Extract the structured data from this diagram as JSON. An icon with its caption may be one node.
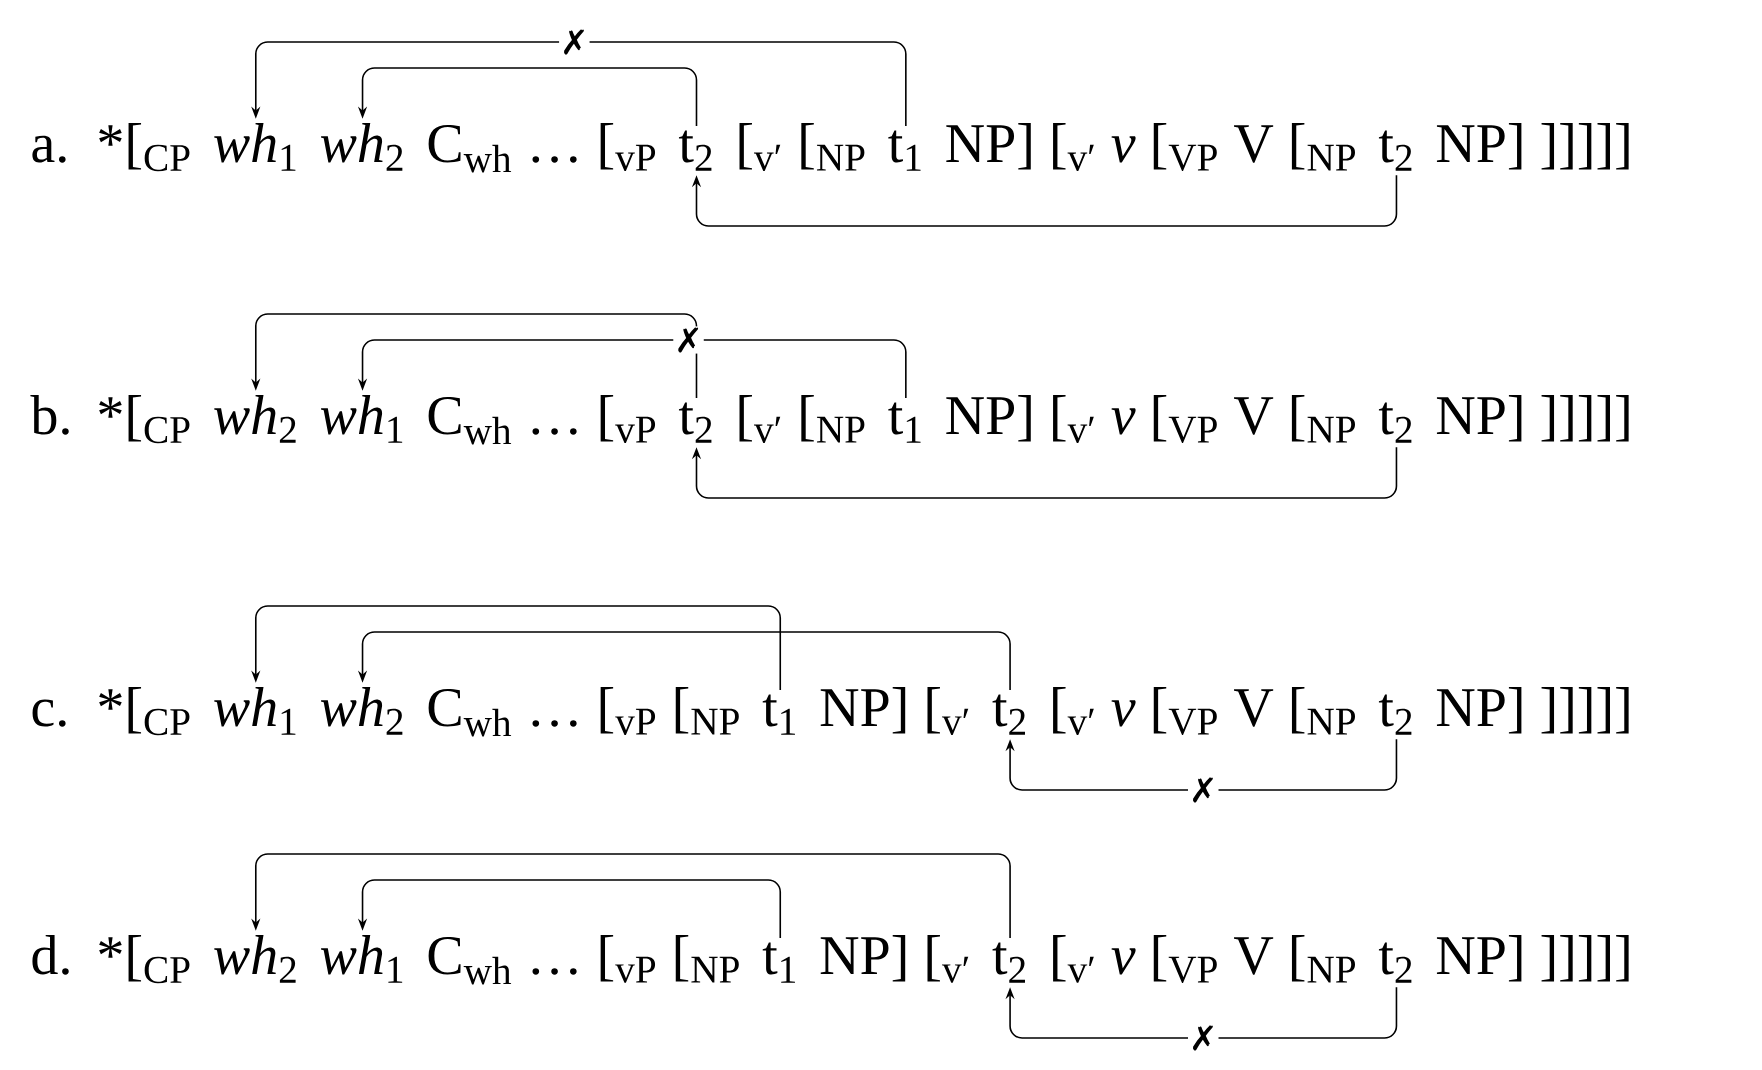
{
  "diagram": {
    "nodes": [
      {
        "text": [
          "*wh*$_{1}$"
        ]
      },
      {
        "text": [
          "*wh*$_{2}$"
        ]
      },
      {
        "text": [
          "t$_{2}$"
        ]
      },
      {
        "text": [
          "t$_{1}$"
        ]
      },
      {
        "text": [
          "t$_{2}$"
        ]
      },
      {
        "text": [
          "*wh*$_{2}$"
        ]
      },
      {
        "text": [
          "*wh*$_{1}$"
        ]
      },
      {
        "text": [
          "t$_{2}$"
        ]
      },
      {
        "text": [
          "t$_{1}$"
        ]
      },
      {
        "text": [
          "t$_{2}$"
        ]
      },
      {
        "text": [
          "*wh*$_{1}$"
        ]
      },
      {
        "text": [
          "*wh*$_{2}$"
        ]
      },
      {
        "text": [
          "t$_{1}$"
        ]
      },
      {
        "text": [
          "t$_{2}$"
        ]
      },
      {
        "text": [
          "t$_{2}$"
        ]
      },
      {
        "text": [
          "*wh*$_{2}$"
        ]
      },
      {
        "text": [
          "*wh*$_{1}$"
        ]
      },
      {
        "text": [
          "t$_{1}$"
        ]
      },
      {
        "text": [
          "t$_{2}$"
        ]
      },
      {
        "text": [
          "t$_{2}$"
        ]
      }
    ],
    "edges": [
      {
        "from": 3,
        "to": 0,
        "arrow": "to",
        "label": "✗"
      },
      {
        "from": 2,
        "to": 1,
        "arrow": "to"
      },
      {
        "from": 4,
        "to": 2,
        "arrow": "to"
      },
      {
        "from": 7,
        "to": 5,
        "arrow": "to"
      },
      {
        "from": 8,
        "to": 6,
        "arrow": "to",
        "label": "✗"
      },
      {
        "from": 9,
        "to": 7,
        "arrow": "to"
      },
      {
        "from": 12,
        "to": 10,
        "arrow": "to"
      },
      {
        "from": 13,
        "to": 11,
        "arrow": "to"
      },
      {
        "from": 14,
        "to": 13,
        "arrow": "to",
        "label": "✗"
      },
      {
        "from": 18,
        "to": 15,
        "arrow": "to"
      },
      {
        "from": 17,
        "to": 16,
        "arrow": "to"
      },
      {
        "from": 19,
        "to": 18,
        "arrow": "to",
        "label": "✗"
      }
    ],
    "labels": [
      "a.",
      "*[$_{CP}$",
      "C$_{wh}$ … [$_{vP}$",
      "[$_{v′}$ [$_{NP}$",
      "NP] [$_{v′}$ *v* [$_{VP}$ V [$_{NP}$",
      "NP] ]]]]]",
      "b.",
      "*[$_{CP}$",
      "C$_{wh}$ … [$_{vP}$",
      "[$_{v′}$ [$_{NP}$",
      "NP] [$_{v′}$ *v* [$_{VP}$ V [$_{NP}$",
      "NP] ]]]]]",
      "c.",
      "*[$_{CP}$",
      "C$_{wh}$ … [$_{vP}$ [$_{NP}$",
      "NP] [$_{v′}$",
      "[$_{v′}$ *v* [$_{VP}$ V [$_{NP}$",
      "NP] ]]]]]",
      "d.",
      "*[$_{CP}$",
      "C$_{wh}$ … [$_{vP}$ [$_{NP}$",
      "NP] [$_{v′}$",
      "[$_{v′}$ *v* [$_{VP}$ V [$_{NP}$",
      "NP] ]]]]]"
    ]
  }
}
